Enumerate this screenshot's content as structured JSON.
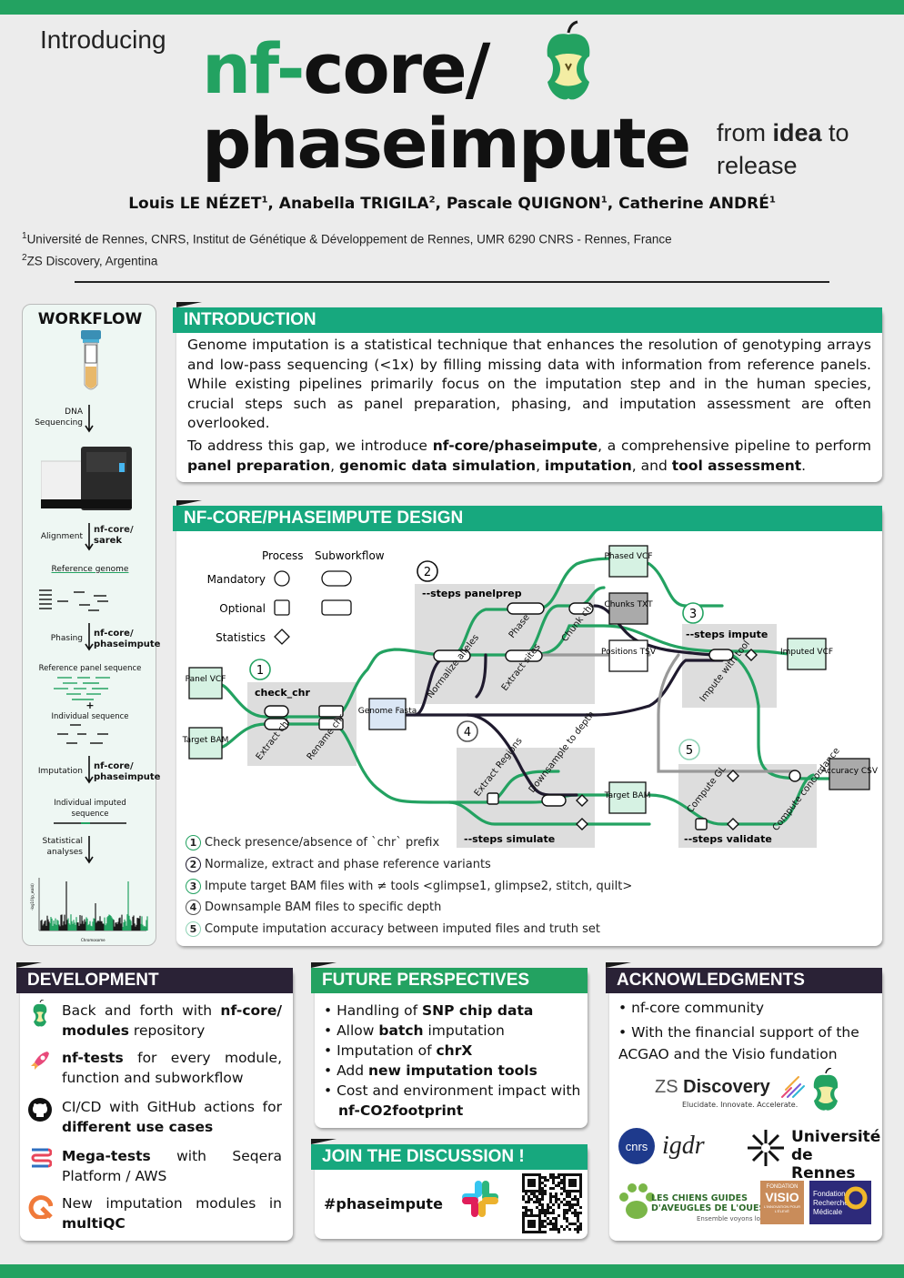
{
  "header": {
    "intro": "Introducing",
    "title_nf": "nf-",
    "title_core": "core/",
    "title_pipe": "phaseimpute",
    "from": "from ",
    "idea": "idea",
    "to": " to",
    "release": "release"
  },
  "authors": [
    {
      "name": "Louis LE NÉZET",
      "sup": "1"
    },
    {
      "name": "Anabella TRIGILA",
      "sup": "2"
    },
    {
      "name": "Pascale QUIGNON",
      "sup": "1"
    },
    {
      "name": "Catherine ANDRÉ",
      "sup": "1"
    }
  ],
  "affiliations": [
    {
      "sup": "1",
      "text": "Université de Rennes, CNRS, Institut de Génétique & Développement de Rennes, UMR 6290 CNRS - Rennes, France"
    },
    {
      "sup": "2",
      "text": "ZS Discovery, Argentina"
    }
  ],
  "workflow": {
    "title": "WORKFLOW",
    "dna_seq": "DNA Sequencing",
    "alignment": "Alignment",
    "sarek_a": "nf-core/",
    "sarek_b": "sarek",
    "ref_genome": "Reference genome",
    "phasing": "Phasing",
    "pi_a": "nf-core/",
    "pi_b": "phaseimpute",
    "ref_panel": "Reference panel sequence",
    "plus": "+",
    "indiv": "Individual sequence",
    "imputation": "Imputation",
    "indiv_imp": "Individual imputed sequence",
    "stats": "Statistical analyses",
    "manhattan_y": "-log10(p_wald)",
    "manhattan_x": "Chromosome"
  },
  "introduction": {
    "title": "INTRODUCTION",
    "p1": "Genome imputation is a statistical technique that enhances the resolution of genotyping arrays and low-pass sequencing (<1x) by filling missing data with information from reference panels. While existing pipelines primarily focus on the imputation step and in the human species, crucial steps such as panel preparation, phasing, and imputation assessment are often overlooked.",
    "p2_a": "To address this gap, we introduce ",
    "p2_b": "nf-core/phaseimpute",
    "p2_c": ", a comprehensive pipeline to perform ",
    "p2_d": "panel preparation",
    "p2_e": ", ",
    "p2_f": "genomic data simulation",
    "p2_g": ", ",
    "p2_h": "imputation",
    "p2_i": ", and ",
    "p2_j": "tool assessment",
    "p2_k": "."
  },
  "design": {
    "title": "NF-CORE/PHASEIMPUTE DESIGN",
    "leg_process": "Process",
    "leg_sub": "Subworkflow",
    "leg_mand": "Mandatory",
    "leg_opt": "Optional",
    "leg_stat": "Statistics",
    "panel_vcf": "Panel VCF",
    "target_bam": "Target BAM",
    "genome_fasta": "Genome Fasta",
    "phased_vcf": "Phased VCF",
    "chunks_txt": "Chunks TXT",
    "positions_tsv": "Positions TSV",
    "imputed_vcf": "Imputed VCF",
    "target_bam2": "Target BAM",
    "accuracy_csv": "Accuracy CSV",
    "check_chr": "check_chr",
    "panelprep": "--steps panelprep",
    "impute": "--steps impute",
    "simulate": "--steps simulate",
    "validate": "--steps validate",
    "extract_chr": "Extract chr",
    "rename_chr": "Rename chr",
    "normalize": "Normalize alleles",
    "extract_sites": "Extract sites",
    "phase": "Phase",
    "chunk_chr": "Chunk chr",
    "impute_tool": "Impute with tool",
    "extract_regions": "Extract Regions",
    "downsample": "Downsample to depth",
    "compute_gl": "Compute GL",
    "compute_conc": "Compute concordance",
    "n1": "1",
    "n2": "2",
    "n3": "3",
    "n4": "4",
    "n5": "5",
    "steps": [
      {
        "n": "1",
        "text": "Check presence/absence of `chr` prefix",
        "color": "#23a261"
      },
      {
        "n": "2",
        "text": "Normalize, extract and phase reference variants",
        "color": "#1f1a2e"
      },
      {
        "n": "3",
        "text": "Impute target BAM files with ≠ tools <glimpse1, glimpse2, stitch, quilt>",
        "color": "#23a261"
      },
      {
        "n": "4",
        "text": "Downsample BAM files to specific depth",
        "color": "#555555"
      },
      {
        "n": "5",
        "text": "Compute imputation accuracy between imputed files and truth set",
        "color": "#8fd3b5"
      }
    ]
  },
  "development": {
    "title": "DEVELOPMENT",
    "items": [
      {
        "icon": "nf-core-apple-icon",
        "a": "Back and forth with ",
        "b": "nf-core/ modules",
        "c": " repository"
      },
      {
        "icon": "rocket-icon",
        "a": "",
        "b": "nf-tests",
        "c": " for every module, function and subworkflow"
      },
      {
        "icon": "github-icon",
        "a": "CI/CD with GitHub actions for ",
        "b": "different use cases",
        "c": ""
      },
      {
        "icon": "mega-tests-icon",
        "a": "",
        "b": "Mega-tests",
        "c": " with Seqera Platform / AWS"
      },
      {
        "icon": "multiqc-icon",
        "a": "New imputation modules in ",
        "b": "multiQC",
        "c": ""
      }
    ]
  },
  "future": {
    "title": "FUTURE PERSPECTIVES",
    "items": [
      {
        "a": "Handling of ",
        "b": "SNP chip data",
        "c": ""
      },
      {
        "a": "Allow ",
        "b": "batch",
        "c": " imputation"
      },
      {
        "a": "Imputation of ",
        "b": "chrX",
        "c": ""
      },
      {
        "a": "Add ",
        "b": "new imputation tools",
        "c": ""
      },
      {
        "a": "Cost and environment impact with ",
        "b": "nf-CO2footprint",
        "c": ""
      }
    ]
  },
  "join": {
    "title": "JOIN THE DISCUSSION !",
    "hashtag": "#phaseimpute"
  },
  "ack": {
    "title": "ACKNOWLEDGMENTS",
    "items": [
      "nf-core community",
      "With the financial support of the ACGAO and the Visio fundation"
    ],
    "zs_a": "ZS",
    "zs_b": "Discovery",
    "zs_tag": "Elucidate. Innovate. Accelerate.",
    "cnrs": "cnrs",
    "igdr": "igdr",
    "ur_a": "Université",
    "ur_b": "de Rennes",
    "chiens_a": "LES CHIENS GUIDES",
    "chiens_b": "D'AVEUGLES DE L'OUEST",
    "chiens_c": "Ensemble voyons loin",
    "visio_a": "FONDATION",
    "visio_b": "VISIO",
    "visio_c": "L'INNOVATION POUR L'ÉLEVÉ",
    "frm_a": "Fondation",
    "frm_b": "Recherche",
    "frm_c": "Médicale"
  },
  "colors": {
    "green": "#23a261",
    "teal": "#17a87e",
    "dark": "#2a2236"
  }
}
